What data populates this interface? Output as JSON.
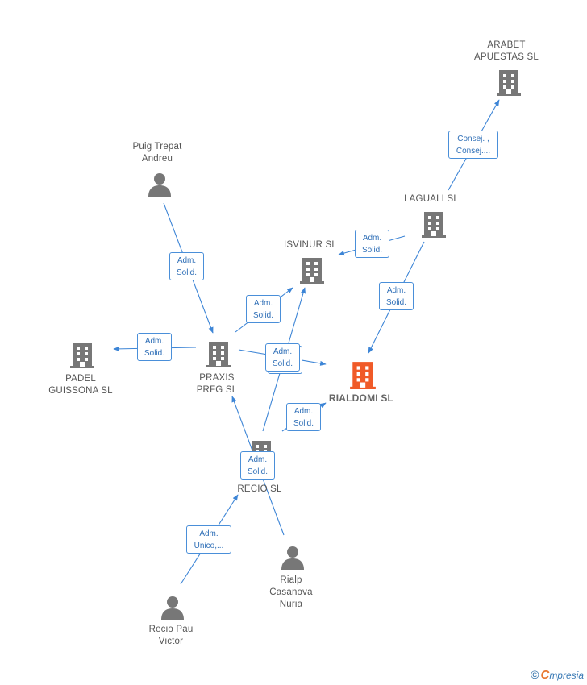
{
  "nodes": {
    "arabet": {
      "label": "ARABET\nAPUESTAS  SL",
      "type": "company"
    },
    "laguali": {
      "label": "LAGUALI SL",
      "type": "company"
    },
    "isvinur": {
      "label": "ISVINUR  SL",
      "type": "company"
    },
    "rialdomi": {
      "label": "RIALDOMI  SL",
      "type": "company-focus"
    },
    "praxis": {
      "label": "PRAXIS\nPRFG  SL",
      "type": "company"
    },
    "padel": {
      "label": "PADEL\nGUISSONA  SL",
      "type": "company"
    },
    "recio_sl": {
      "label": "RECIO  SL",
      "type": "company"
    },
    "puig": {
      "label": "Puig Trepat\nAndreu",
      "type": "person"
    },
    "rialp": {
      "label": "Rialp\nCasanova\nNuria",
      "type": "person"
    },
    "recio_pau": {
      "label": "Recio Pau\nVictor",
      "type": "person"
    }
  },
  "edges": {
    "laguali_arabet": {
      "label": "Consej. ,\nConsej...."
    },
    "laguali_isvinur": {
      "label": "Adm.\nSolid."
    },
    "laguali_rialdomi": {
      "label": "Adm.\nSolid."
    },
    "puig_praxis": {
      "label": "Adm.\nSolid."
    },
    "praxis_isvinur": {
      "label": "Adm.\nSolid."
    },
    "praxis_padel": {
      "label": "Adm.\nSolid."
    },
    "praxis_rialdomi": {
      "label": "Adm.\nSolid."
    },
    "recio_rialdomi": {
      "label": "Adm.\nSolid."
    },
    "rialp_praxis": {
      "label": "Adm.\nSolid."
    },
    "recio_pau_recio": {
      "label": "Adm.\nUnico,..."
    }
  },
  "colors": {
    "company_icon": "#777777",
    "focus_icon": "#f05a28",
    "person_icon": "#777777",
    "edge": "#3d85d6"
  },
  "footer": {
    "copyright_symbol": "©",
    "brand_initial": "C",
    "brand_rest": "mpresia"
  }
}
